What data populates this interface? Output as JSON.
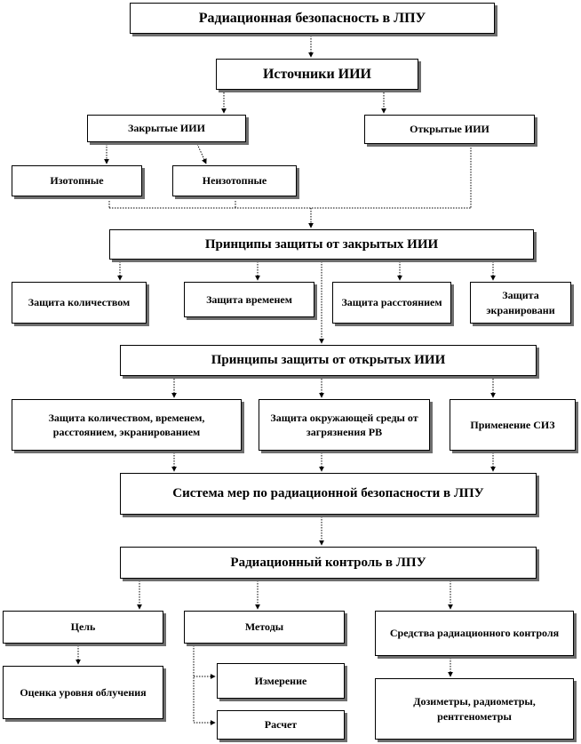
{
  "nodes": {
    "root": "Радиационная безопасность в ЛПУ",
    "sources": "Источники ИИИ",
    "closed": "Закрытые ИИИ",
    "open": "Открытые ИИИ",
    "isotope": "Изотопные",
    "nonisotope": "Неизотопные",
    "closed_principles": "Принципы защиты от закрытых ИИИ",
    "p_quantity": "Защита количеством",
    "p_time": "Защита временем",
    "p_distance": "Защита расстоянием",
    "p_screen": "Защита экранировани",
    "open_principles": "Принципы защиты от открытых ИИИ",
    "o_combined": "Защита количеством, временем, расстоянием, экранированием",
    "o_environment": "Защита окружающей среды от загрязнения РВ",
    "o_ppe": "Применение СИЗ",
    "measures": "Система мер по радиационной безопасности в ЛПУ",
    "control": "Радиационный контроль в ЛПУ",
    "goal": "Цель",
    "methods": "Методы",
    "means": "Средства радиационного контроля",
    "goal_detail": "Оценка уровня облучения",
    "measurement": "Измерение",
    "calculation": "Расчет",
    "instruments": "Дозиметры, радиометры, рентгенометры"
  }
}
